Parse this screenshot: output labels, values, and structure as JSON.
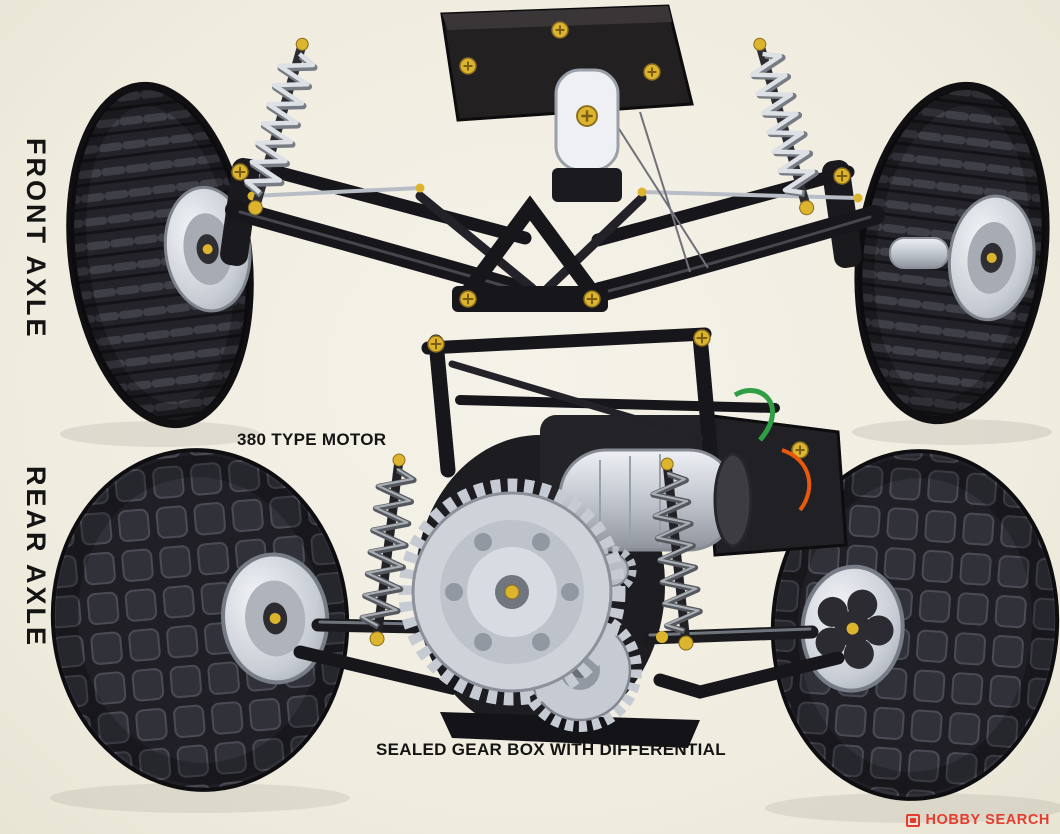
{
  "page": {
    "background_color": "#f0ecdf"
  },
  "labels": {
    "front_axle": "FRONT AXLE",
    "rear_axle": "REAR AXLE",
    "motor": "380 TYPE MOTOR",
    "gearbox": "SEALED GEAR BOX WITH DIFFERENTIAL"
  },
  "watermark": {
    "text": "HOBBY SEARCH",
    "color": "#e63c2f",
    "icon": "hobbysearch-logo-icon"
  },
  "illustration": {
    "front": {
      "name": "front-axle-assembly",
      "parts": [
        "left-ribbed-tire",
        "right-ribbed-tire",
        "coil-spring-shocks",
        "suspension-arms",
        "receiver-box",
        "servo-saver"
      ]
    },
    "rear": {
      "name": "rear-axle-assembly",
      "parts": [
        "left-knobby-tire",
        "right-knobby-tire",
        "sealed-gearbox-differential",
        "380-motor",
        "coil-spring-shocks",
        "drive-shafts"
      ]
    }
  },
  "colors": {
    "ink": "#141414",
    "tire": "#202025",
    "silver": "#c6cbd3",
    "brass_screw": "#dcb42e",
    "wire_green": "#2f9e44",
    "wire_orange": "#e8590c"
  }
}
